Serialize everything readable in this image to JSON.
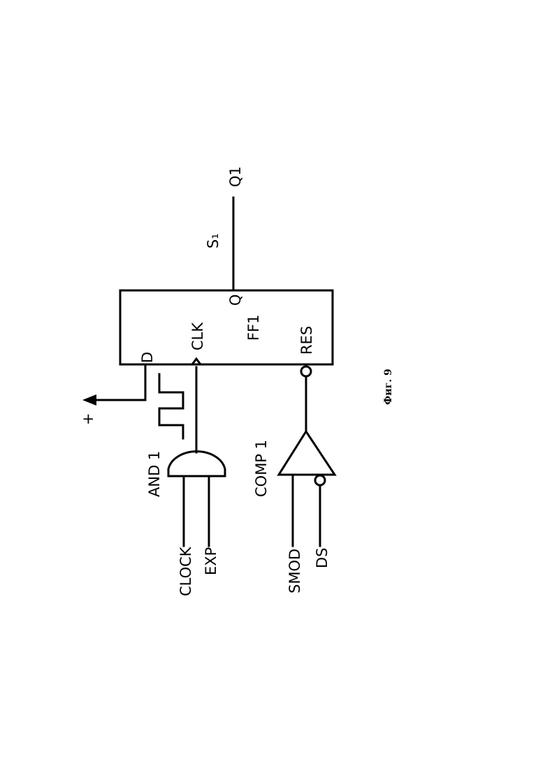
{
  "labels": {
    "q1": "Q1",
    "s1": "S₁",
    "q": "Q",
    "ff1": "FF1",
    "clk": "CLK",
    "res": "RES",
    "d": "D",
    "plus": "+",
    "and1": "AND 1",
    "comp1": "COMP 1",
    "clock": "CLOCK",
    "exp": "EXP",
    "smod": "SMOD",
    "ds": "DS"
  },
  "caption": "Фиг. 9"
}
